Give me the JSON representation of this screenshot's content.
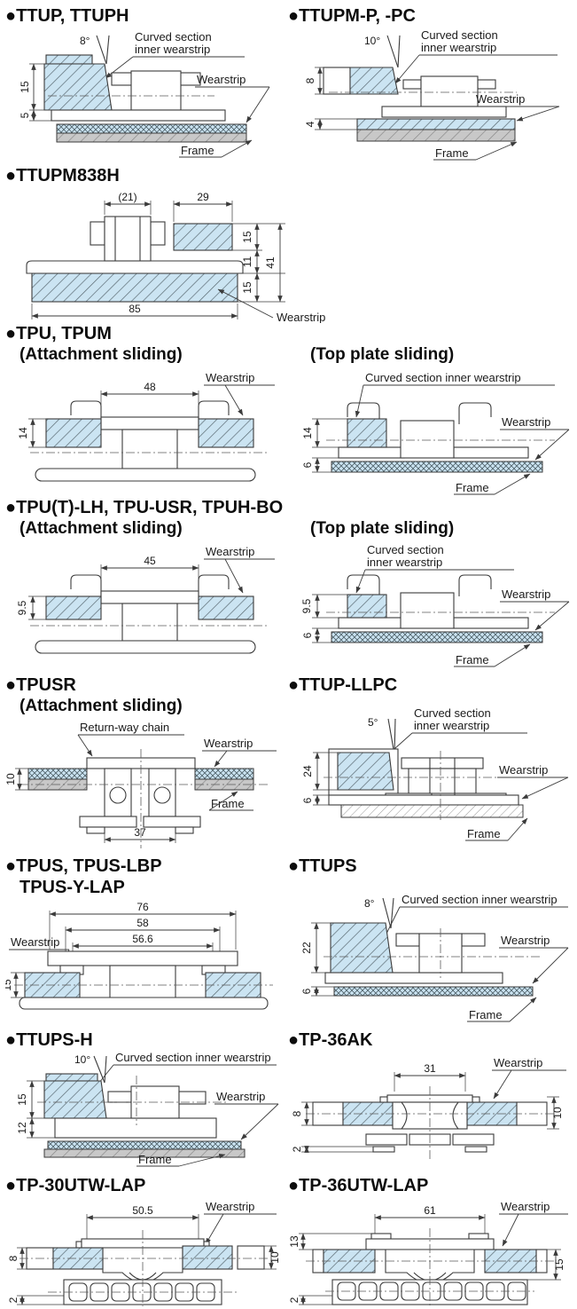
{
  "colors": {
    "wearstrip_fill": "#cbe4f2",
    "wearstrip_hatch": "#5a6a72",
    "frame_fill": "#c8c8c8",
    "frame_hatch": "#808080",
    "outline": "#3b3b3b",
    "title_text": "#0d0d0d"
  },
  "sections": {
    "ttup": {
      "title": "●TTUP, TTUPH",
      "angle": "8°",
      "curved_label_1": "Curved section",
      "curved_label_2": "inner wearstrip",
      "wearstrip_label": "Wearstrip",
      "frame_label": "Frame",
      "dim_block_height": "15",
      "dim_base_height": "5"
    },
    "ttupm_p": {
      "title": "●TTUPM-P, -PC",
      "angle": "10°",
      "curved_label_1": "Curved section",
      "curved_label_2": "inner wearstrip",
      "wearstrip_label": "Wearstrip",
      "frame_label": "Frame",
      "dim_block_height": "8",
      "dim_base_height": "4"
    },
    "ttupm838h": {
      "title": "●TTUPM838H",
      "dim_top_center": "(21)",
      "dim_top_right": "29",
      "dim_right_upper": "15",
      "dim_right_middle": "11",
      "dim_right_lower": "15",
      "dim_right_overall": "41",
      "dim_bottom_width": "85",
      "wearstrip_label": "Wearstrip"
    },
    "tpu": {
      "title": "●TPU, TPUM",
      "sub_left": "(Attachment sliding)",
      "sub_right": "(Top plate sliding)",
      "left": {
        "dim_width": "48",
        "dim_height": "14",
        "wearstrip_label": "Wearstrip"
      },
      "right": {
        "curved_label": "Curved section inner wearstrip",
        "wearstrip_label": "Wearstrip",
        "frame_label": "Frame",
        "dim_block_height": "14",
        "dim_base_height": "6"
      }
    },
    "tpu_lh": {
      "title": "●TPU(T)-LH, TPU-USR, TPUH-BO",
      "sub_left": "(Attachment sliding)",
      "sub_right": "(Top plate sliding)",
      "left": {
        "dim_width": "45",
        "dim_height": "9.5",
        "wearstrip_label": "Wearstrip"
      },
      "right": {
        "curved_label_1": "Curved section",
        "curved_label_2": "inner wearstrip",
        "wearstrip_label": "Wearstrip",
        "frame_label": "Frame",
        "dim_block_height": "9.5",
        "dim_base_height": "6"
      }
    },
    "tpusr": {
      "title": "●TPUSR",
      "sub": "(Attachment sliding)",
      "return_chain_label": "Return-way chain",
      "wearstrip_label": "Wearstrip",
      "frame_label": "Frame",
      "dim_height": "10",
      "dim_width": "37"
    },
    "ttup_llpc": {
      "title": "●TTUP-LLPC",
      "angle": "5°",
      "curved_label_1": "Curved section",
      "curved_label_2": "inner wearstrip",
      "wearstrip_label": "Wearstrip",
      "frame_label": "Frame",
      "dim_block_height": "24",
      "dim_base_height": "6"
    },
    "tpus": {
      "title_line1": "●TPUS, TPUS-LBP",
      "title_line2": "TPUS-Y-LAP",
      "wearstrip_label": "Wearstrip",
      "dim_outer": "76",
      "dim_middle": "58",
      "dim_inner": "56.6",
      "dim_height": "15"
    },
    "ttups": {
      "title": "●TTUPS",
      "angle": "8°",
      "curved_label": "Curved section inner wearstrip",
      "wearstrip_label": "Wearstrip",
      "frame_label": "Frame",
      "dim_block_height": "22",
      "dim_base_height": "6"
    },
    "ttups_h": {
      "title": "●TTUPS-H",
      "angle": "10°",
      "curved_label": "Curved section inner wearstrip",
      "wearstrip_label": "Wearstrip",
      "frame_label": "Frame",
      "dim_block_height": "15",
      "dim_rail_height": "12"
    },
    "tp36ak": {
      "title": "●TP-36AK",
      "dim_width": "31",
      "wearstrip_label": "Wearstrip",
      "dim_left_height": "8",
      "dim_left_bottom": "2",
      "dim_right_height": "10"
    },
    "tp30utw": {
      "title": "●TP-30UTW-LAP",
      "dim_width": "50.5",
      "wearstrip_label": "Wearstrip",
      "dim_left_height": "8",
      "dim_left_bottom": "2",
      "dim_right_height": "10"
    },
    "tp36utw": {
      "title": "●TP-36UTW-LAP",
      "dim_width": "61",
      "wearstrip_label": "Wearstrip",
      "dim_left_height": "13",
      "dim_left_bottom": "2",
      "dim_right_height": "15"
    }
  }
}
